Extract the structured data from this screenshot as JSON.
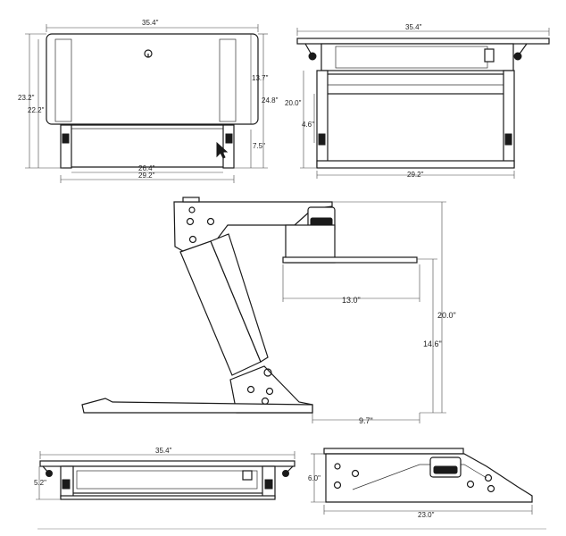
{
  "front_view": {
    "width_top": "35.4\"",
    "height_total": "23.2\"",
    "height_inner": "22.2\"",
    "height_right_upper": "13.7\"",
    "height_right_total": "24.8\"",
    "height_right_lower": "7.5\"",
    "width_inner": "26.4\"",
    "width_base": "29.2\""
  },
  "top_right_view": {
    "width_top": "35.4\"",
    "height_total": "20.0\"",
    "height_inner": "4.6\"",
    "width_base": "29.2\""
  },
  "side_view": {
    "keyboard_depth": "13.0\"",
    "height_total": "20.0\"",
    "height_mid": "14.6\"",
    "base_offset": "9.7\""
  },
  "bottom_front_view": {
    "width_top": "35.4\"",
    "height_collapsed": "5.2\""
  },
  "bottom_side_view": {
    "height_collapsed": "6.0\"",
    "depth_base": "23.0\""
  }
}
